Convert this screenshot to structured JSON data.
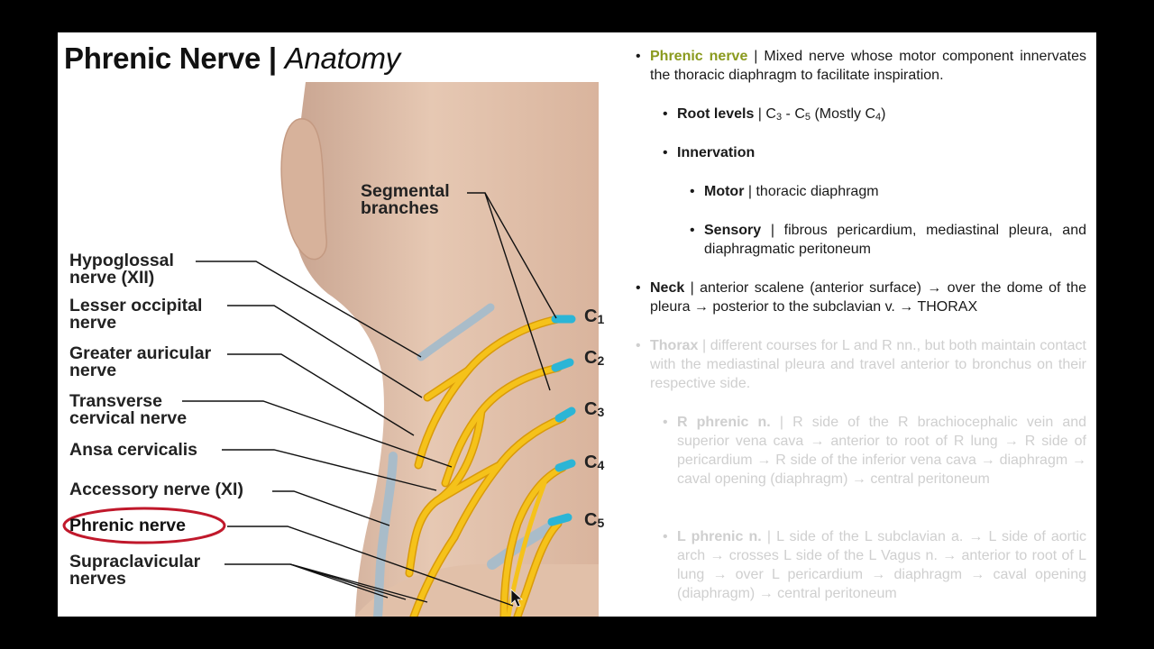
{
  "title": {
    "main": "Phrenic Nerve",
    "sep": " | ",
    "sub": "Anatomy"
  },
  "figure": {
    "labels": {
      "segmental": "Segmental branches",
      "hypoglossal": "Hypoglossal nerve (XII)",
      "lesser_occipital": "Lesser occipital nerve",
      "greater_auricular": "Greater auricular nerve",
      "transverse_cervical": "Transverse cervical nerve",
      "ansa": "Ansa cervicalis",
      "accessory": "Accessory nerve (XI)",
      "phrenic": "Phrenic nerve",
      "supraclavicular": "Supraclavicular nerves"
    },
    "roots": [
      {
        "letter": "C",
        "num": "1"
      },
      {
        "letter": "C",
        "num": "2"
      },
      {
        "letter": "C",
        "num": "3"
      },
      {
        "letter": "C",
        "num": "4"
      },
      {
        "letter": "C",
        "num": "5"
      }
    ],
    "colors": {
      "nerve": "#f5c21a",
      "nerve_edge": "#d99a0a",
      "root": "#2bb5d6",
      "skin": "#e3c3ad",
      "vessel": "#a9bcc9",
      "highlight_ring": "#c0182b"
    }
  },
  "notes": {
    "phrenic": {
      "term": "Phrenic nerve",
      "sep": " | ",
      "desc": "Mixed nerve whose motor component innervates the thoracic diaphragm to facilitate inspiration."
    },
    "root": {
      "term": "Root levels",
      "sep": " | ",
      "c_a": "C",
      "n_a": "3",
      "dash": " - ",
      "c_b": "C",
      "n_b": "5",
      "mostly": " (Mostly ",
      "c_c": "C",
      "n_c": "4",
      "close": ")"
    },
    "innervation": {
      "term": "Innervation"
    },
    "motor": {
      "term": "Motor",
      "sep": " | ",
      "desc": "thoracic diaphragm"
    },
    "sensory": {
      "term": "Sensory",
      "sep": " | ",
      "desc": "fibrous pericardium, mediastinal pleura, and diaphragmatic peritoneum"
    },
    "neck": {
      "term": "Neck",
      "sep": " | ",
      "desc": "anterior scalene (anterior surface) → over the dome of the pleura → posterior to the subclavian v. → THORAX"
    },
    "thorax": {
      "term": "Thorax",
      "sep": " | ",
      "desc": "different courses for L and R nn., but both maintain contact with the mediastinal pleura and travel anterior to bronchus on their respective side."
    },
    "rphrenic": {
      "term": "R phrenic n.",
      "sep": " | ",
      "desc": "R side of the R brachiocephalic vein and superior vena cava → anterior to root of R lung →  R side of pericardium → R side of the inferior vena cava → diaphragm → caval opening (diaphragm) → central peritoneum"
    },
    "lphrenic": {
      "term": "L phrenic n.",
      "sep": " | ",
      "desc": "L side of the L subclavian a. →  L side of aortic arch → crosses L side of the L Vagus n. → anterior to root of L lung → over L pericardium →  diaphragm → caval opening (diaphragm) →  central peritoneum"
    }
  }
}
